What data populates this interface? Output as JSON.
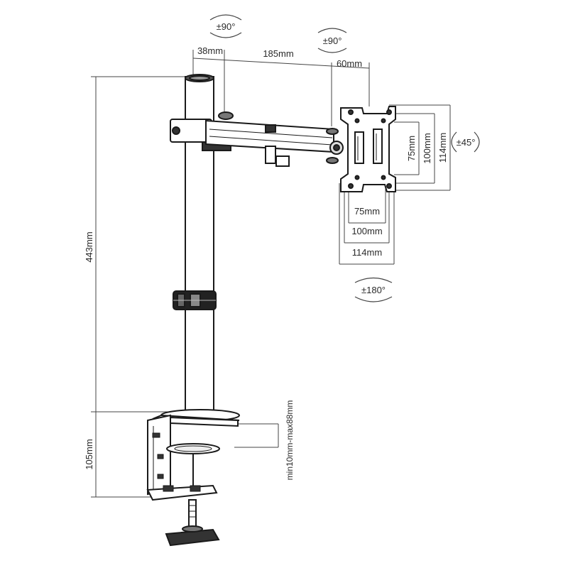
{
  "diagram": {
    "dimensions": {
      "top_pole_offset": "38mm",
      "arm_length": "185mm",
      "vesa_offset": "60mm",
      "total_height": "443mm",
      "clamp_height": "105mm",
      "desk_thickness": "min10mm-max88mm",
      "vesa_v_small": "75mm",
      "vesa_v_medium": "100mm",
      "vesa_v_large": "114mm",
      "vesa_h_small": "75mm",
      "vesa_h_medium": "100mm",
      "vesa_h_large": "114mm"
    },
    "rotations": {
      "arm_swivel": "±90°",
      "head_swivel": "±90°",
      "tilt": "±45°",
      "rotation": "±180°"
    }
  }
}
